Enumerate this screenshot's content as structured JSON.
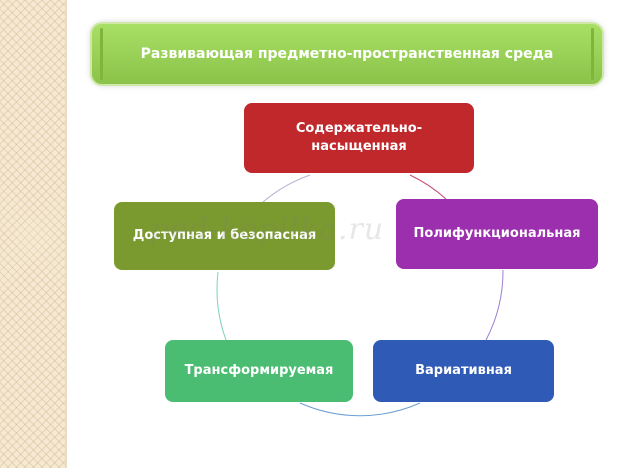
{
  "title": "Развивающая предметно-пространственная среда",
  "nodes": {
    "top": "Содержательно-\nнасыщенная",
    "right": "Полифункциональная",
    "bottom_right": "Вариативная",
    "bottom_left": "Трансформируемая",
    "left": "Доступная и безопасная"
  },
  "colors": {
    "title": "#8bc34a",
    "top": "#c0282c",
    "right": "#9b2fae",
    "bottom_right": "#2f5bb7",
    "bottom_left": "#4bbd73",
    "left": "#7a9a2f"
  },
  "watermark": "ped-kopilka.ru"
}
